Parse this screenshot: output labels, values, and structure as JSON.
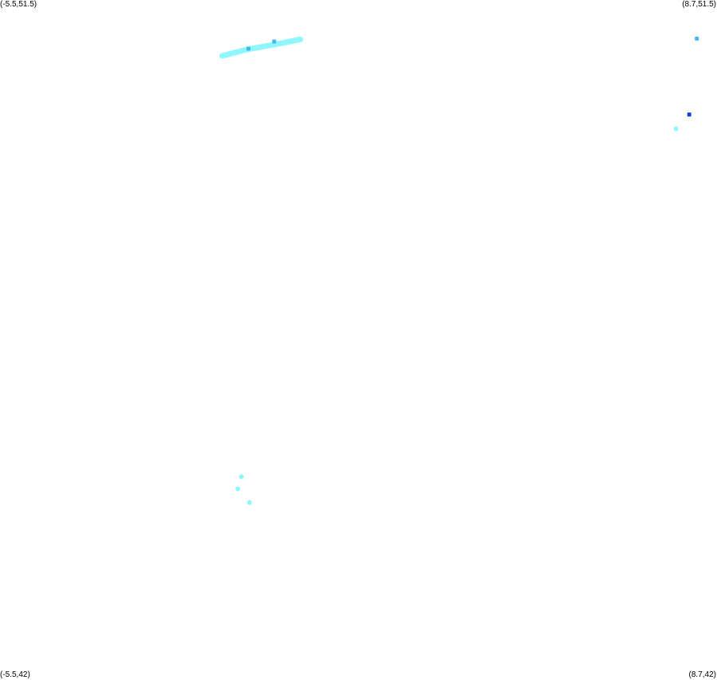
{
  "corners": {
    "top_left": "(-5.5,51.5)",
    "top_right": "(8.7,51.5)",
    "bottom_left": "(-5.5,42)",
    "bottom_right": "(8.7,42)"
  },
  "bounds": {
    "lon_min": -5.5,
    "lon_max": 8.7,
    "lat_min": 42,
    "lat_max": 51.5
  },
  "colors": {
    "light": "#8ff7fb",
    "medium": "#45b9ee",
    "dark": "#1a45d4",
    "background": "#ffffff"
  },
  "features": {
    "north_streak": {
      "path": [
        [
          -1.1,
          50.72
        ],
        [
          -0.6,
          50.81
        ],
        [
          0.1,
          50.9
        ],
        [
          0.45,
          50.95
        ]
      ],
      "color": "light"
    },
    "points": [
      {
        "lon": -0.58,
        "lat": 50.82,
        "level": "medium"
      },
      {
        "lon": -0.07,
        "lat": 50.92,
        "level": "medium"
      },
      {
        "lon": 8.3,
        "lat": 50.96,
        "level": "medium"
      },
      {
        "lon": 8.15,
        "lat": 49.9,
        "level": "dark"
      },
      {
        "lon": 7.89,
        "lat": 49.7,
        "level": "light"
      },
      {
        "lon": -0.72,
        "lat": 44.84,
        "level": "light"
      },
      {
        "lon": -0.79,
        "lat": 44.67,
        "level": "light"
      },
      {
        "lon": -0.56,
        "lat": 44.48,
        "level": "light"
      }
    ]
  }
}
